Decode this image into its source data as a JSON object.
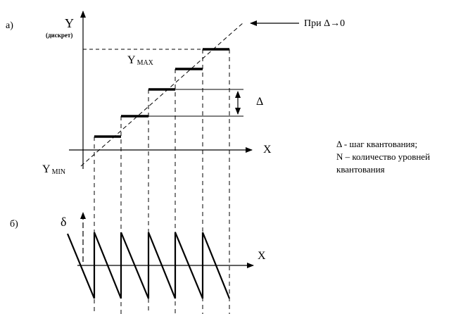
{
  "panel_a": {
    "label": "а)",
    "y_axis": "Y",
    "y_axis_note": "(дискрет)",
    "x_axis": "X",
    "ymax": "Y",
    "ymax_sub": "MAX",
    "ymin": "Y",
    "ymin_sub": "MIN",
    "step": "Δ",
    "callout": "При Δ→0"
  },
  "legend": {
    "line1": "Δ - шаг квантования;",
    "line2": "N – количество уровней",
    "line3": "квантования"
  },
  "panel_b": {
    "label": "б)",
    "y_axis": "δ",
    "x_axis": "X"
  },
  "quantization": {
    "steps": 5,
    "level_ratio": 1
  }
}
